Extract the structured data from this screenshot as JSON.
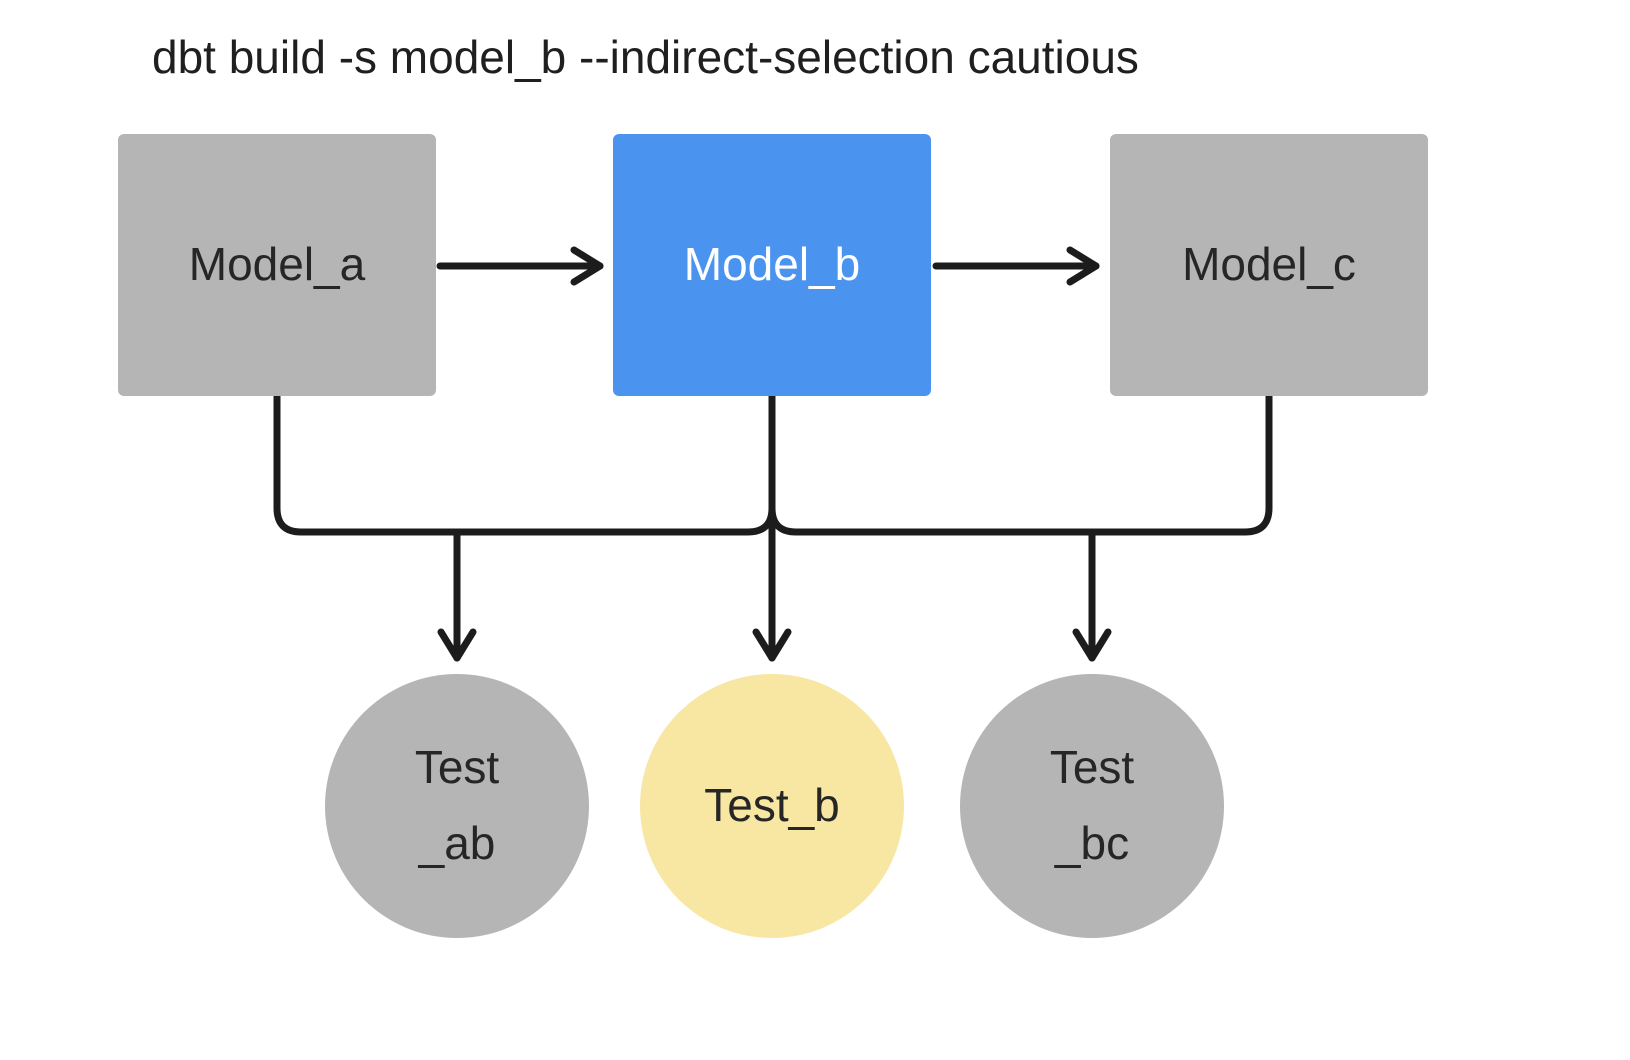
{
  "title": "dbt build -s model_b --indirect-selection cautious",
  "colors": {
    "background": "#ffffff",
    "line": "#1c1c1c",
    "unselected": "#b5b5b5",
    "selected_model": "#4a94f0",
    "selected_test": "#f8e7a3"
  },
  "nodes": {
    "model_a": {
      "label": "Model_a",
      "type": "model",
      "state": "unselected"
    },
    "model_b": {
      "label": "Model_b",
      "type": "model",
      "state": "selected"
    },
    "model_c": {
      "label": "Model_c",
      "type": "model",
      "state": "unselected"
    },
    "test_ab": {
      "label": "Test\n_ab",
      "type": "test",
      "state": "unselected"
    },
    "test_b": {
      "label": "Test_b",
      "type": "test",
      "state": "selected"
    },
    "test_bc": {
      "label": "Test\n_bc",
      "type": "test",
      "state": "unselected"
    }
  },
  "edges": [
    {
      "from": "model_a",
      "to": "model_b"
    },
    {
      "from": "model_b",
      "to": "model_c"
    },
    {
      "from": "model_a",
      "to": "test_ab"
    },
    {
      "from": "model_b",
      "to": "test_ab"
    },
    {
      "from": "model_b",
      "to": "test_b"
    },
    {
      "from": "model_b",
      "to": "test_bc"
    },
    {
      "from": "model_c",
      "to": "test_bc"
    }
  ]
}
